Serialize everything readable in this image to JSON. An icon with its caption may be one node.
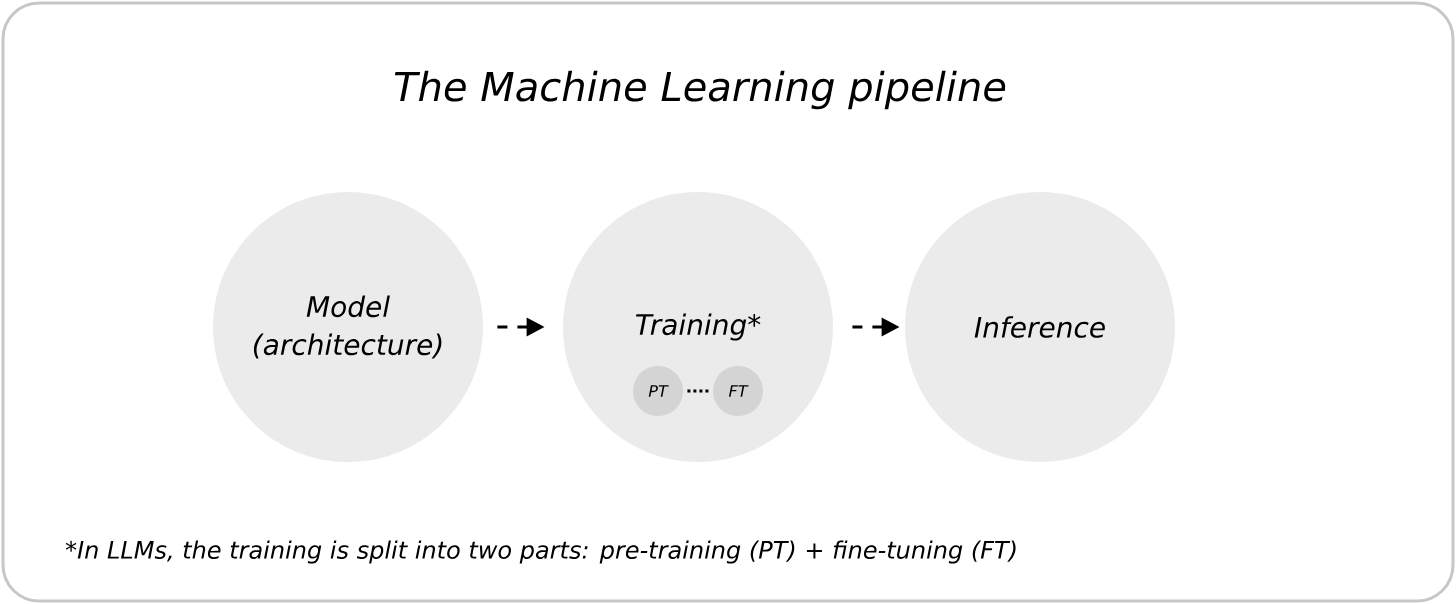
{
  "diagram": {
    "title": "The Machine Learning pipeline",
    "caption": "*In LLMs, the training is split into two parts: pre-training (PT) + fine-tuning (FT)",
    "nodes": [
      {
        "text": [
          "Model (architecture)"
        ]
      },
      {
        "text": [
          "Training*"
        ]
      },
      {
        "text": [
          "PT"
        ],
        "in": 1
      },
      {
        "text": [
          "FT"
        ],
        "in": 1
      },
      {
        "text": [
          "Inference"
        ]
      }
    ],
    "edges": [
      {
        "from": 0,
        "to": 1,
        "arrow": "to",
        "style": "dashed"
      },
      {
        "from": 1,
        "to": 4,
        "arrow": "to",
        "style": "dashed"
      },
      {
        "from": 2,
        "to": 3,
        "arrow": "none",
        "style": "dashed"
      }
    ]
  }
}
